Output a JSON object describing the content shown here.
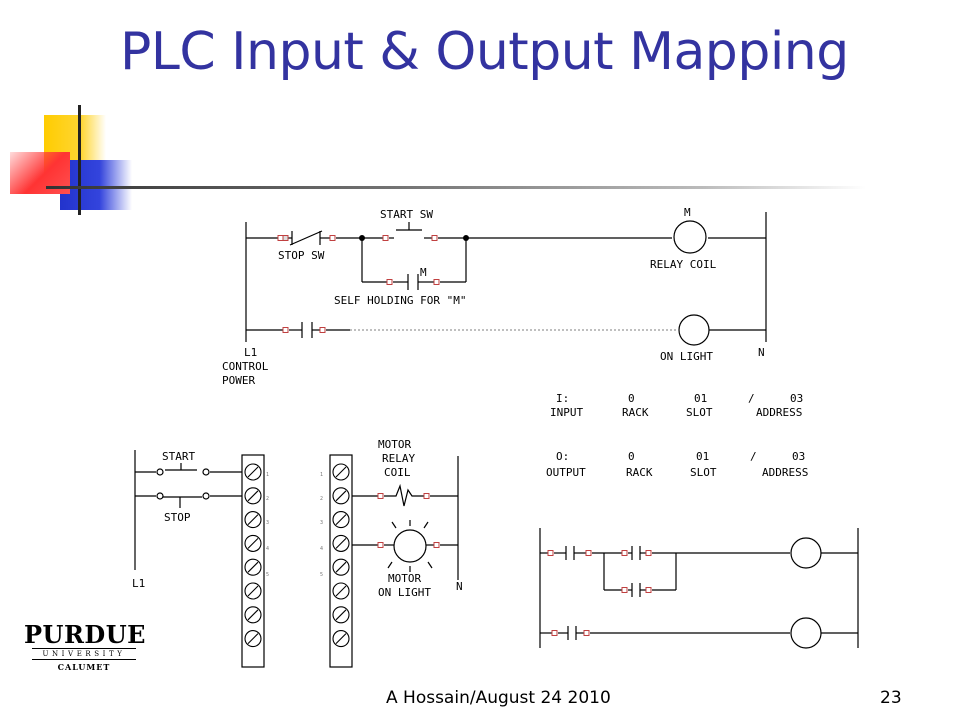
{
  "slide": {
    "title": "PLC Input & Output Mapping",
    "footer": "A Hossain/August 24 2010",
    "page_number": "23"
  },
  "logo": {
    "name": "PURDUE",
    "university": "UNIVERSITY",
    "campus": "CALUMET"
  },
  "colors": {
    "title": "#3333a0",
    "deco_yellow": "#ffcc00",
    "deco_blue": "#2233cc",
    "deco_red": "#ff3333"
  },
  "ladder": {
    "start_sw": "START SW",
    "stop_sw": "STOP SW",
    "m_coil_label": "M",
    "relay_coil": "RELAY COIL",
    "m_contact": "M",
    "self_holding": "SELF HOLDING FOR \"M\"",
    "l1": "L1",
    "control": "CONTROL",
    "power": "POWER",
    "on_light": "ON LIGHT",
    "n": "N"
  },
  "mapping": {
    "input": {
      "prefix": "I:",
      "rack": "0",
      "slot": "01",
      "sep": "/",
      "address": "03",
      "labels": [
        "INPUT",
        "RACK",
        "SLOT",
        "ADDRESS"
      ]
    },
    "output": {
      "prefix": "O:",
      "rack": "0",
      "slot": "01",
      "sep": "/",
      "address": "03",
      "labels": [
        "OUTPUT",
        "RACK",
        "SLOT",
        "ADDRESS"
      ]
    }
  },
  "wiring": {
    "start": "START",
    "stop": "STOP",
    "l1": "L1",
    "motor_relay_coil": [
      "MOTOR",
      "RELAY",
      "COIL"
    ],
    "motor_on_light": [
      "MOTOR",
      "ON LIGHT"
    ],
    "n": "N"
  }
}
